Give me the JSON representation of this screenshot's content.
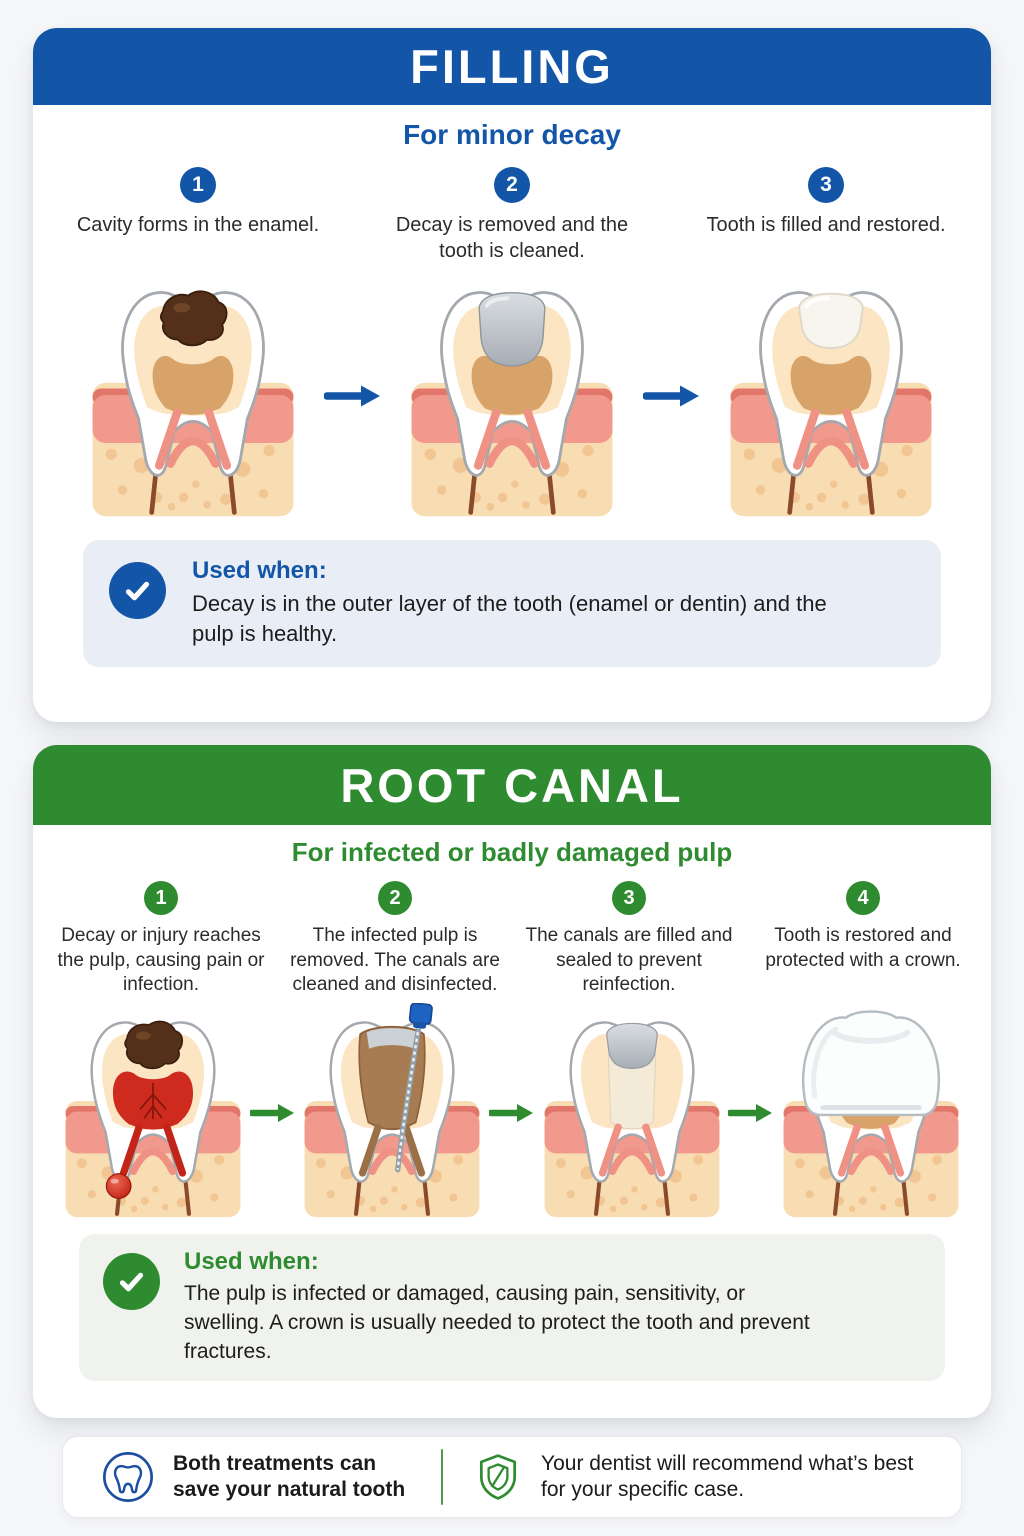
{
  "page": {
    "background": "#f6f7f9"
  },
  "filling": {
    "title": "FILLING",
    "subtitle": "For minor decay",
    "accent": "#1356a8",
    "box_bg": "#e9edf6",
    "steps": [
      {
        "num": "1",
        "text": "Cavity forms in the enamel."
      },
      {
        "num": "2",
        "text": "Decay is removed and the tooth is cleaned."
      },
      {
        "num": "3",
        "text": "Tooth is filled and restored."
      }
    ],
    "used_when": {
      "label": "Used when:",
      "text": "Decay is in the outer layer of the tooth (enamel or dentin) and the pulp is healthy."
    }
  },
  "root_canal": {
    "title": "ROOT CANAL",
    "subtitle": "For infected or badly damaged pulp",
    "accent": "#2f8b30",
    "box_bg": "#f0f2ee",
    "steps": [
      {
        "num": "1",
        "text": "Decay or injury reaches the pulp, causing pain or infection."
      },
      {
        "num": "2",
        "text": "The infected pulp is removed. The canals are cleaned and disinfected."
      },
      {
        "num": "3",
        "text": "The canals are filled and sealed to prevent reinfection."
      },
      {
        "num": "4",
        "text": "Tooth is restored and protected with a crown."
      }
    ],
    "used_when": {
      "label": "Used when:",
      "text": "The pulp is infected or damaged, causing pain, sensitivity, or swelling. A crown is usually needed to protect the tooth and prevent fractures."
    }
  },
  "footer": {
    "left_text": "Both treatments can save your natural tooth",
    "right_text": "Your dentist will recommend what’s best for your specific case."
  }
}
